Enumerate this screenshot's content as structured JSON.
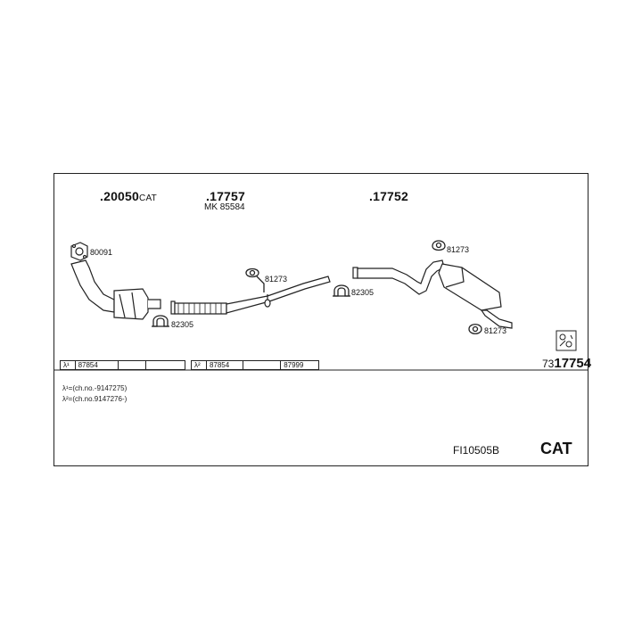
{
  "parts": {
    "p20050": ".20050",
    "p20050_suffix": "CAT",
    "p17757": ".17757",
    "mk": "MK  85584",
    "p17752": ".17752",
    "p80091": "80091",
    "p81273_a": "81273",
    "p82305_a": "82305",
    "p82305_b": "82305",
    "p81273_b": "81273",
    "p81273_c": "81273"
  },
  "tables": {
    "left": {
      "lambda": "λ¹",
      "cells": [
        "87854",
        "",
        ""
      ]
    },
    "right": {
      "lambda": "λ²",
      "cells": [
        "87854",
        "",
        "87999"
      ]
    }
  },
  "assembly": {
    "prefix": "73",
    "number": "17754"
  },
  "notes": [
    "λ¹=(ch.no.-9147275)",
    "λ²=(ch.no.9147276-)"
  ],
  "reference": "FI10505B",
  "badge": "CAT"
}
